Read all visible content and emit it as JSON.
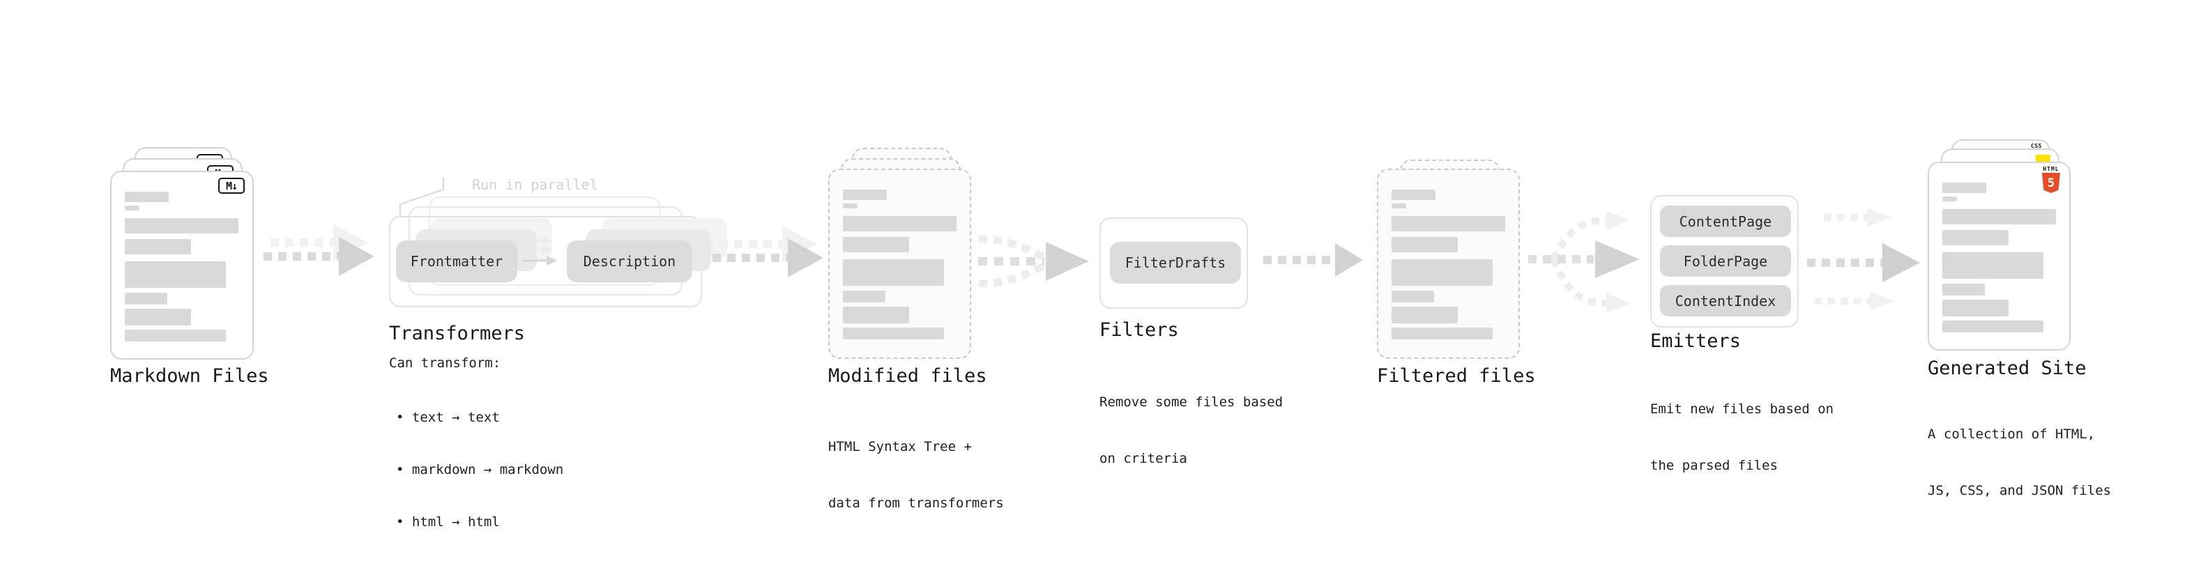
{
  "colors": {
    "accent_html5": "#e44d26",
    "accent_js": "#ffe000",
    "accent_css": "#2e6be5",
    "pill_bg": "#dcdcdc",
    "bar": "#d9d9d9",
    "arrow": "#d2d2d2",
    "annotation": "#d2d2d2"
  },
  "stages": {
    "markdown": {
      "title": "Markdown Files",
      "badge": "M↓"
    },
    "transformers": {
      "annotation": "Run in parallel",
      "pill_left": "Frontmatter",
      "pill_right": "Description",
      "title": "Transformers",
      "desc_heading": "Can transform:",
      "bullets": [
        "• text → text",
        "• markdown → markdown",
        "• html → html"
      ]
    },
    "modified": {
      "title": "Modified files",
      "desc": [
        "HTML Syntax Tree +",
        "data from transformers"
      ]
    },
    "filters": {
      "title": "Filters",
      "pill": "FilterDrafts",
      "desc": [
        "Remove some files based",
        "on criteria"
      ]
    },
    "filtered": {
      "title": "Filtered files"
    },
    "emitters": {
      "title": "Emitters",
      "pills": [
        "ContentPage",
        "FolderPage",
        "ContentIndex"
      ],
      "desc": [
        "Emit new files based on",
        "the parsed files"
      ]
    },
    "site": {
      "title": "Generated Site",
      "desc": [
        "A collection of HTML,",
        "JS, CSS, and JSON files"
      ],
      "html_badge_word": "HTML",
      "html_badge_number": "5",
      "css_badge": "CSS"
    }
  }
}
